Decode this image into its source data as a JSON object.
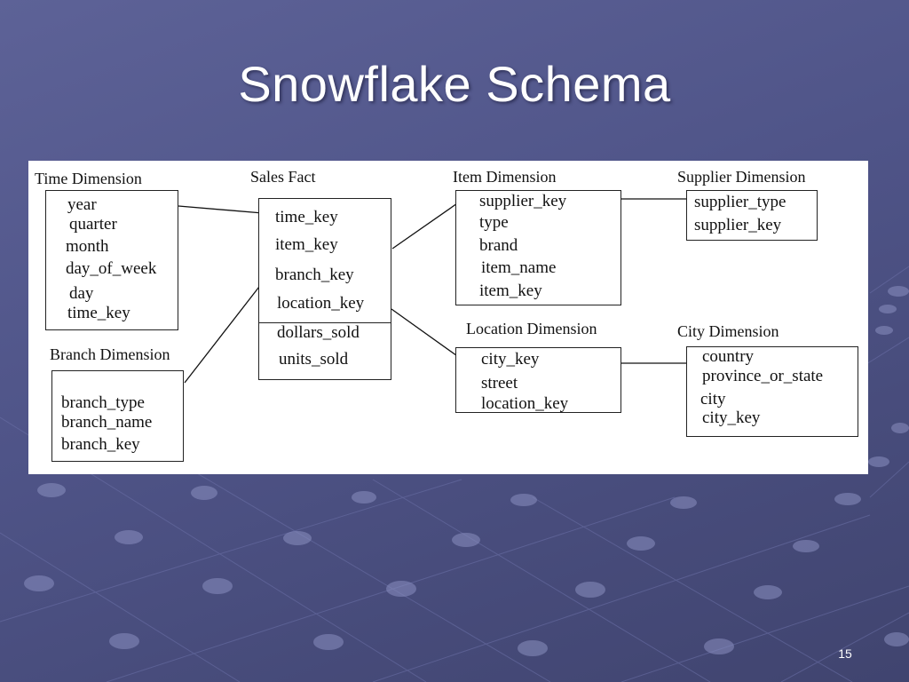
{
  "slide": {
    "title": "Snowflake Schema",
    "page_number": "15"
  },
  "diagram": {
    "time_dimension": {
      "title": "Time Dimension",
      "attributes": [
        "year",
        "quarter",
        "month",
        "day_of_week",
        "day",
        "time_key"
      ]
    },
    "branch_dimension": {
      "title": "Branch Dimension",
      "attributes": [
        "branch_type",
        "branch_name",
        "branch_key"
      ]
    },
    "sales_fact": {
      "title": "Sales Fact",
      "keys": [
        "time_key",
        "item_key",
        "branch_key",
        "location_key"
      ],
      "measures": [
        "dollars_sold",
        "units_sold"
      ]
    },
    "item_dimension": {
      "title": "Item Dimension",
      "attributes": [
        "supplier_key",
        "type",
        "brand",
        "item_name",
        "item_key"
      ]
    },
    "supplier_dimension": {
      "title": "Supplier Dimension",
      "attributes": [
        "supplier_type",
        "supplier_key"
      ]
    },
    "location_dimension": {
      "title": "Location Dimension",
      "attributes": [
        "city_key",
        "street",
        "location_key"
      ]
    },
    "city_dimension": {
      "title": "City Dimension",
      "attributes": [
        "country",
        "province_or_state",
        "city",
        "city_key"
      ]
    }
  }
}
